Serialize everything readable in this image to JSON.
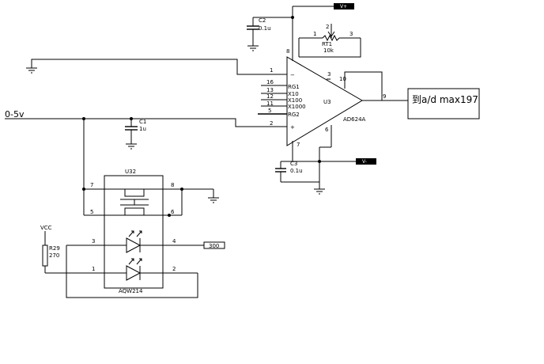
{
  "input": {
    "label": "0-5v"
  },
  "power": {
    "vplus": "V+",
    "vminus": "V-",
    "vcc": "VCC"
  },
  "amp": {
    "ref": "U3",
    "part": "AD624A",
    "pins": {
      "p1": "1",
      "p2": "2",
      "p3": "3",
      "p6": "6",
      "p7": "7",
      "p8": "8",
      "p9": "9",
      "p10": "10"
    },
    "gain_pins": [
      "16",
      "13",
      "12",
      "11",
      "5"
    ],
    "gain_labels": [
      "RG1",
      "X10",
      "X100",
      "X1000",
      "RG2"
    ]
  },
  "trim": {
    "ref": "RT1",
    "value": "10k",
    "pins": [
      "1",
      "2",
      "3"
    ]
  },
  "caps": {
    "c1": {
      "ref": "C1",
      "value": "1u"
    },
    "c2": {
      "ref": "C2",
      "value": "0.1u"
    },
    "c3": {
      "ref": "C3",
      "value": "0.1u"
    }
  },
  "relay": {
    "ref": "U32",
    "part": "AQW214",
    "pins": {
      "p1": "1",
      "p2": "2",
      "p3": "3",
      "p4": "4",
      "p5": "5",
      "p6": "6",
      "p7": "7",
      "p8": "8"
    }
  },
  "r29": {
    "ref": "R29",
    "value": "270"
  },
  "netlabel": {
    "ctrl": "300"
  },
  "output": {
    "label": "到a/d max197"
  }
}
